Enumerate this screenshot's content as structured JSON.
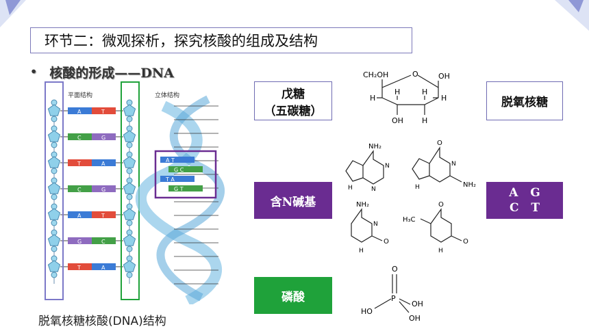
{
  "slide": {
    "title": "环节二：微观探析，探究核酸的组成及结构",
    "bullet": "核酸的形成——DNA",
    "caption": "脱氧核糖核酸(DNA)结构"
  },
  "diagram": {
    "planar_label": "平面结构",
    "spatial_label": "立体结构",
    "base_pairs": [
      {
        "left": "A",
        "right": "T"
      },
      {
        "left": "C",
        "right": "G"
      },
      {
        "left": "T",
        "right": "A"
      },
      {
        "left": "C",
        "right": "G"
      },
      {
        "left": "A",
        "right": "T"
      },
      {
        "left": "G",
        "right": "C"
      },
      {
        "left": "T",
        "right": "A"
      }
    ],
    "helix_pairs": [
      "A T",
      "G C",
      "T A",
      "G T"
    ]
  },
  "components": {
    "sugar_label_line1": "戊糖",
    "sugar_label_line2": "（五碳糖）",
    "sugar_name": "脱氧核糖",
    "base_label": "含N碱基",
    "bases_line1": "A   G",
    "bases_line2": "C   T",
    "phosphate_label": "磷酸"
  },
  "chem": {
    "ch2oh": "CH₂OH",
    "oh": "OH",
    "h": "H",
    "nh2": "NH₂",
    "n": "N",
    "h_atom": "H",
    "o": "O",
    "h3c": "H₃C",
    "p": "P",
    "ho": "HO"
  },
  "colors": {
    "purple": "#6a2c91",
    "green": "#1fa23a",
    "outline": "#6e6ab2",
    "nucleotide_blue": "#8fd0ea",
    "base_A": "#3b7bd6",
    "base_T": "#e24c3b",
    "base_C": "#43a047",
    "base_G": "#8e6bbf"
  }
}
